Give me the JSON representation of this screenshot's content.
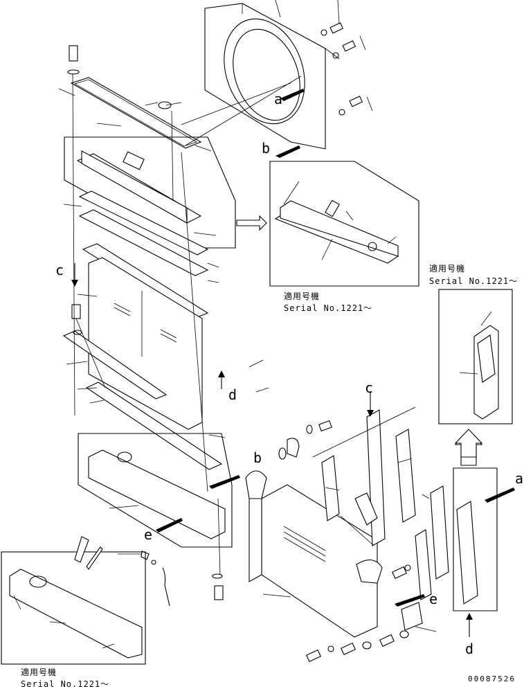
{
  "view_labels": {
    "a": "a",
    "b": "b",
    "c": "c",
    "d": "d",
    "e": "e"
  },
  "applicability_notes": {
    "header_jp": "適用号機",
    "serial_text": "Serial No.1221〜"
  },
  "document_number": "00087526"
}
